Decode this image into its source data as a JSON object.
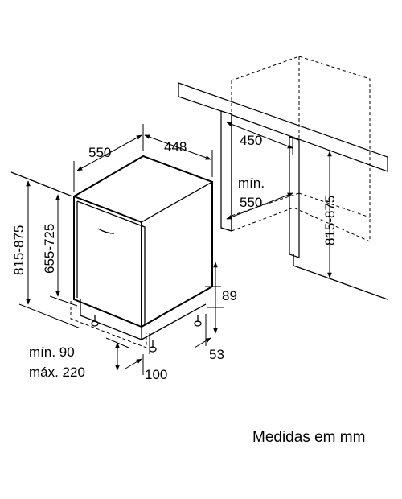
{
  "diagram": {
    "labels": {
      "depth": "550",
      "width": "448",
      "niche_depth": "450",
      "min_depth_prefix": "mín.",
      "min_depth_value": "550",
      "height_range_left": "815-875",
      "height_range_inner": "655-725",
      "height_range_right": "815-875",
      "foot_89": "89",
      "foot_53": "53",
      "min_plinth": "mín. 90",
      "max_plinth": "máx. 220",
      "plinth_100": "100"
    },
    "caption": "Medidas em mm",
    "colors": {
      "line": "#000000",
      "background": "#ffffff"
    }
  }
}
